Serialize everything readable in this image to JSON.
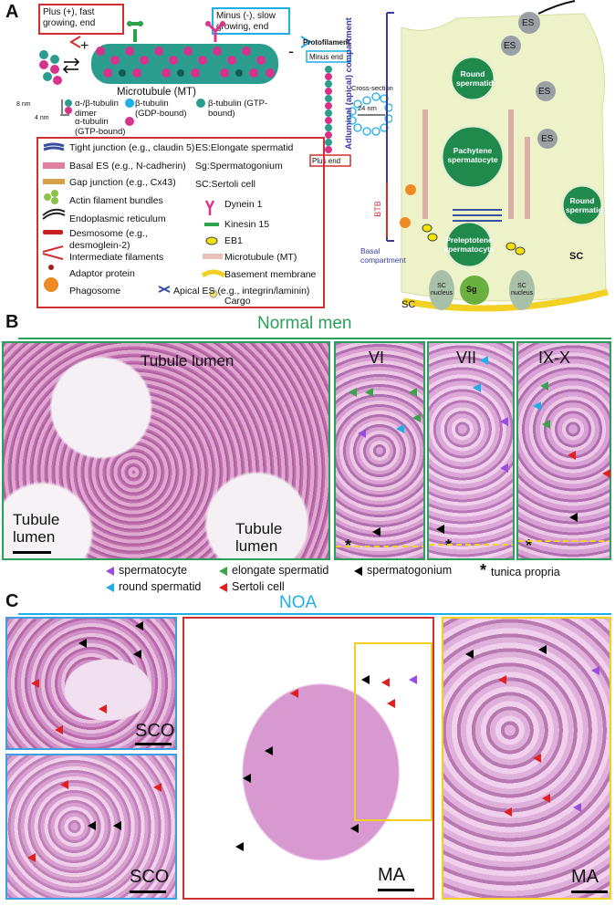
{
  "panels": {
    "a": "A",
    "b": "B",
    "c": "C"
  },
  "panel_a": {
    "plus_end_box": "Plus (+), fast growing, end",
    "minus_end_box": "Minus (-), slow growing, end",
    "plus_sign": "+",
    "minus_sign": "-",
    "mt_label": "Microtubule (MT)",
    "protofilament": "Protofilament",
    "minus_end": "Minus end",
    "plus_end": "Plus end",
    "cross_section": "Cross-section",
    "nm24": "24 nm",
    "nm8": "8 nm",
    "nm4": "4 nm",
    "tubulin_legend": {
      "dimer": "α-/β-tubulin dimer",
      "gdp": "β-tubulin (GDP-bound)",
      "gtp": "β-tubulin (GTP-bound)",
      "alpha": "α-tubulin (GTP-bound)"
    },
    "legend": [
      "Tight junction (e.g., claudin 5)",
      "Basal ES (e.g., N-cadherin)",
      "Gap junction (e.g., Cx43)",
      "Actin filament bundles",
      "Endoplasmic reticulum",
      "Desmosome (e.g., desmoglein-2)",
      "Intermediate filaments",
      "Adaptor protein",
      "Phagosome"
    ],
    "legend_right": [
      "ES:Elongate spermatid",
      "Sg:Spermatogonium",
      "SC:Sertoli cell",
      "Dynein 1",
      "Kinesin 15",
      "EB1",
      "Microtubule (MT)",
      "Basement membrane",
      "Apical ES (e.g., integrin/laminin)",
      "Cargo"
    ],
    "compartments": {
      "adluminal": "Adluminal (apical) compartment",
      "btb": "BTB",
      "basal": "Basal compartment"
    },
    "cells": {
      "es": "ES",
      "round1": "Round spermatid",
      "pachytene": "Pachytene spermatocyte",
      "round2": "Round spermatid",
      "preleptotene": "Preleptotene spermatocyte",
      "sc_nucleus": "SC nucleus",
      "sg": "Sg",
      "sc": "SC"
    },
    "colors": {
      "mt_teal": "#2a9d8f",
      "mt_magenta": "#d6338a",
      "cell_green": "#1f8a4c",
      "sc_bg": "#eef2c8",
      "bm": "#f2d024"
    }
  },
  "panel_b": {
    "title": "Normal men",
    "lumen1": "Tubule lumen",
    "lumen2": "Tubule lumen",
    "lumen3": "Tubule lumen",
    "stage_vi": "VI",
    "stage_vii": "VII",
    "stage_ix": "IX-X",
    "key": {
      "spermatocyte": "spermatocyte",
      "elongate": "elongate spermatid",
      "spermatogonium": "spermatogonium",
      "tunica": "tunica propria",
      "round": "round spermatid",
      "sertoli": "Sertoli cell"
    },
    "colors": {
      "spermatocyte": "#9b4de0",
      "elongate": "#3aa34a",
      "spermatogonium": "#000000",
      "round": "#1eaee8",
      "sertoli": "#e02020",
      "title": "#2aa05a"
    }
  },
  "panel_c": {
    "title": "NOA",
    "sco1": "SCO",
    "sco2": "SCO",
    "ma1": "MA",
    "ma2": "MA",
    "colors": {
      "title": "#1eaee8",
      "blue_box": "#3aa0e0",
      "red_box": "#d03030",
      "yellow_box": "#f0d020"
    }
  },
  "asterisk": "*"
}
